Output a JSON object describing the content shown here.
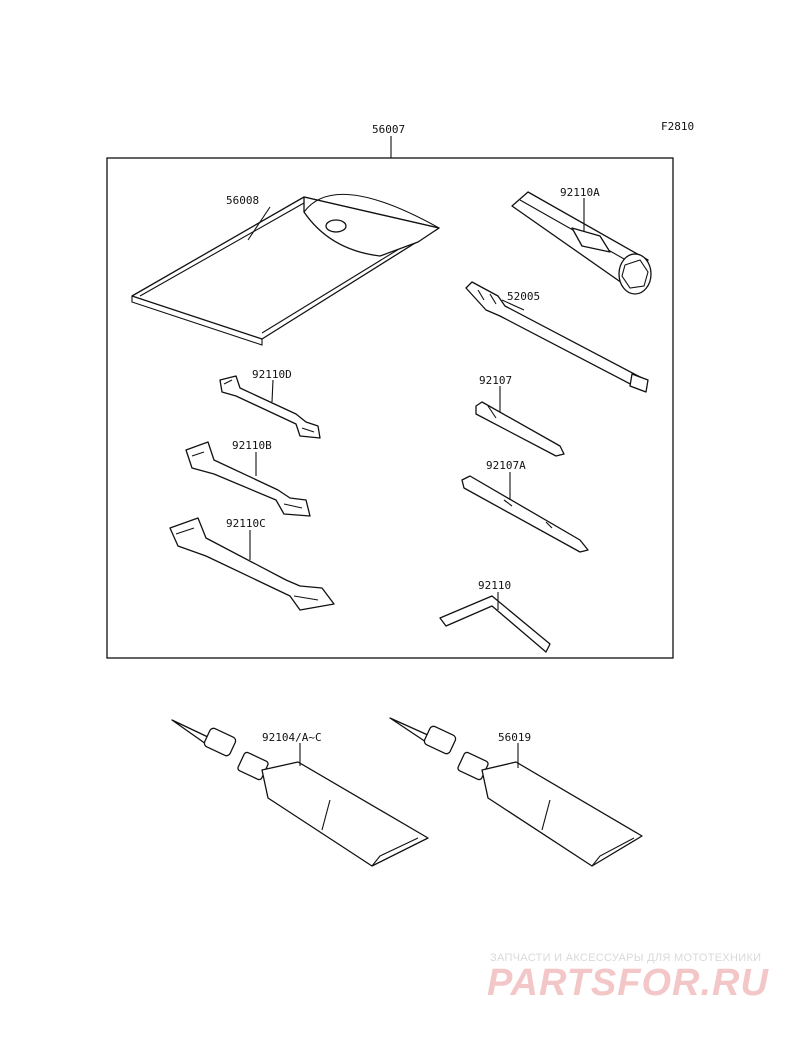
{
  "figure_id": "F2810",
  "parts": {
    "kit": "56007",
    "pouch": "56008",
    "wrench_d": "92110D",
    "wrench_b": "92110B",
    "wrench_c": "92110C",
    "box_wrench": "92110A",
    "driver_handle": "52005",
    "screwdriver_bit": "92107",
    "screwdriver_bit_a": "92107A",
    "hex_key": "92110",
    "grease_tube_a": "92104/A~C",
    "grease_tube_b": "56019"
  },
  "watermark": {
    "caption": "ЗАПЧАСТИ И АКСЕССУАРЫ ДЛЯ МОТОТЕХНИКИ",
    "logo": "PARTSFOR.RU"
  }
}
